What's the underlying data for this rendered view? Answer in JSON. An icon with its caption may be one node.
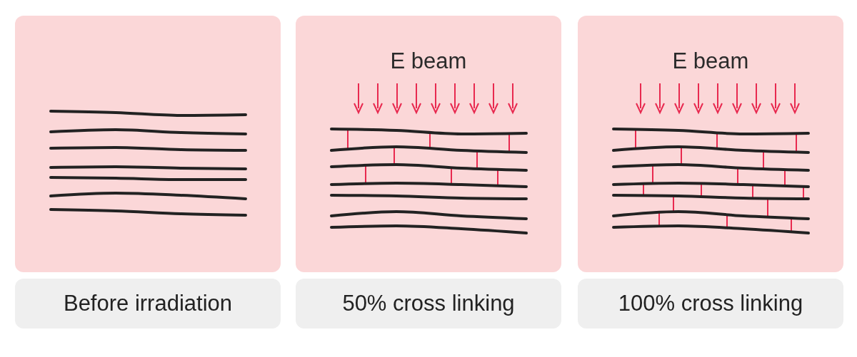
{
  "diagram": {
    "nodes": [
      {
        "text": [],
        "shape": "box"
      },
      {
        "text": [
          "E beam"
        ]
      },
      {
        "text": [
          "E beam"
        ]
      },
      {
        "text": [
          "Before irradiation"
        ]
      },
      {
        "text": [
          "50% cross linking"
        ]
      },
      {
        "text": [
          "100% cross linking"
        ]
      }
    ]
  }
}
